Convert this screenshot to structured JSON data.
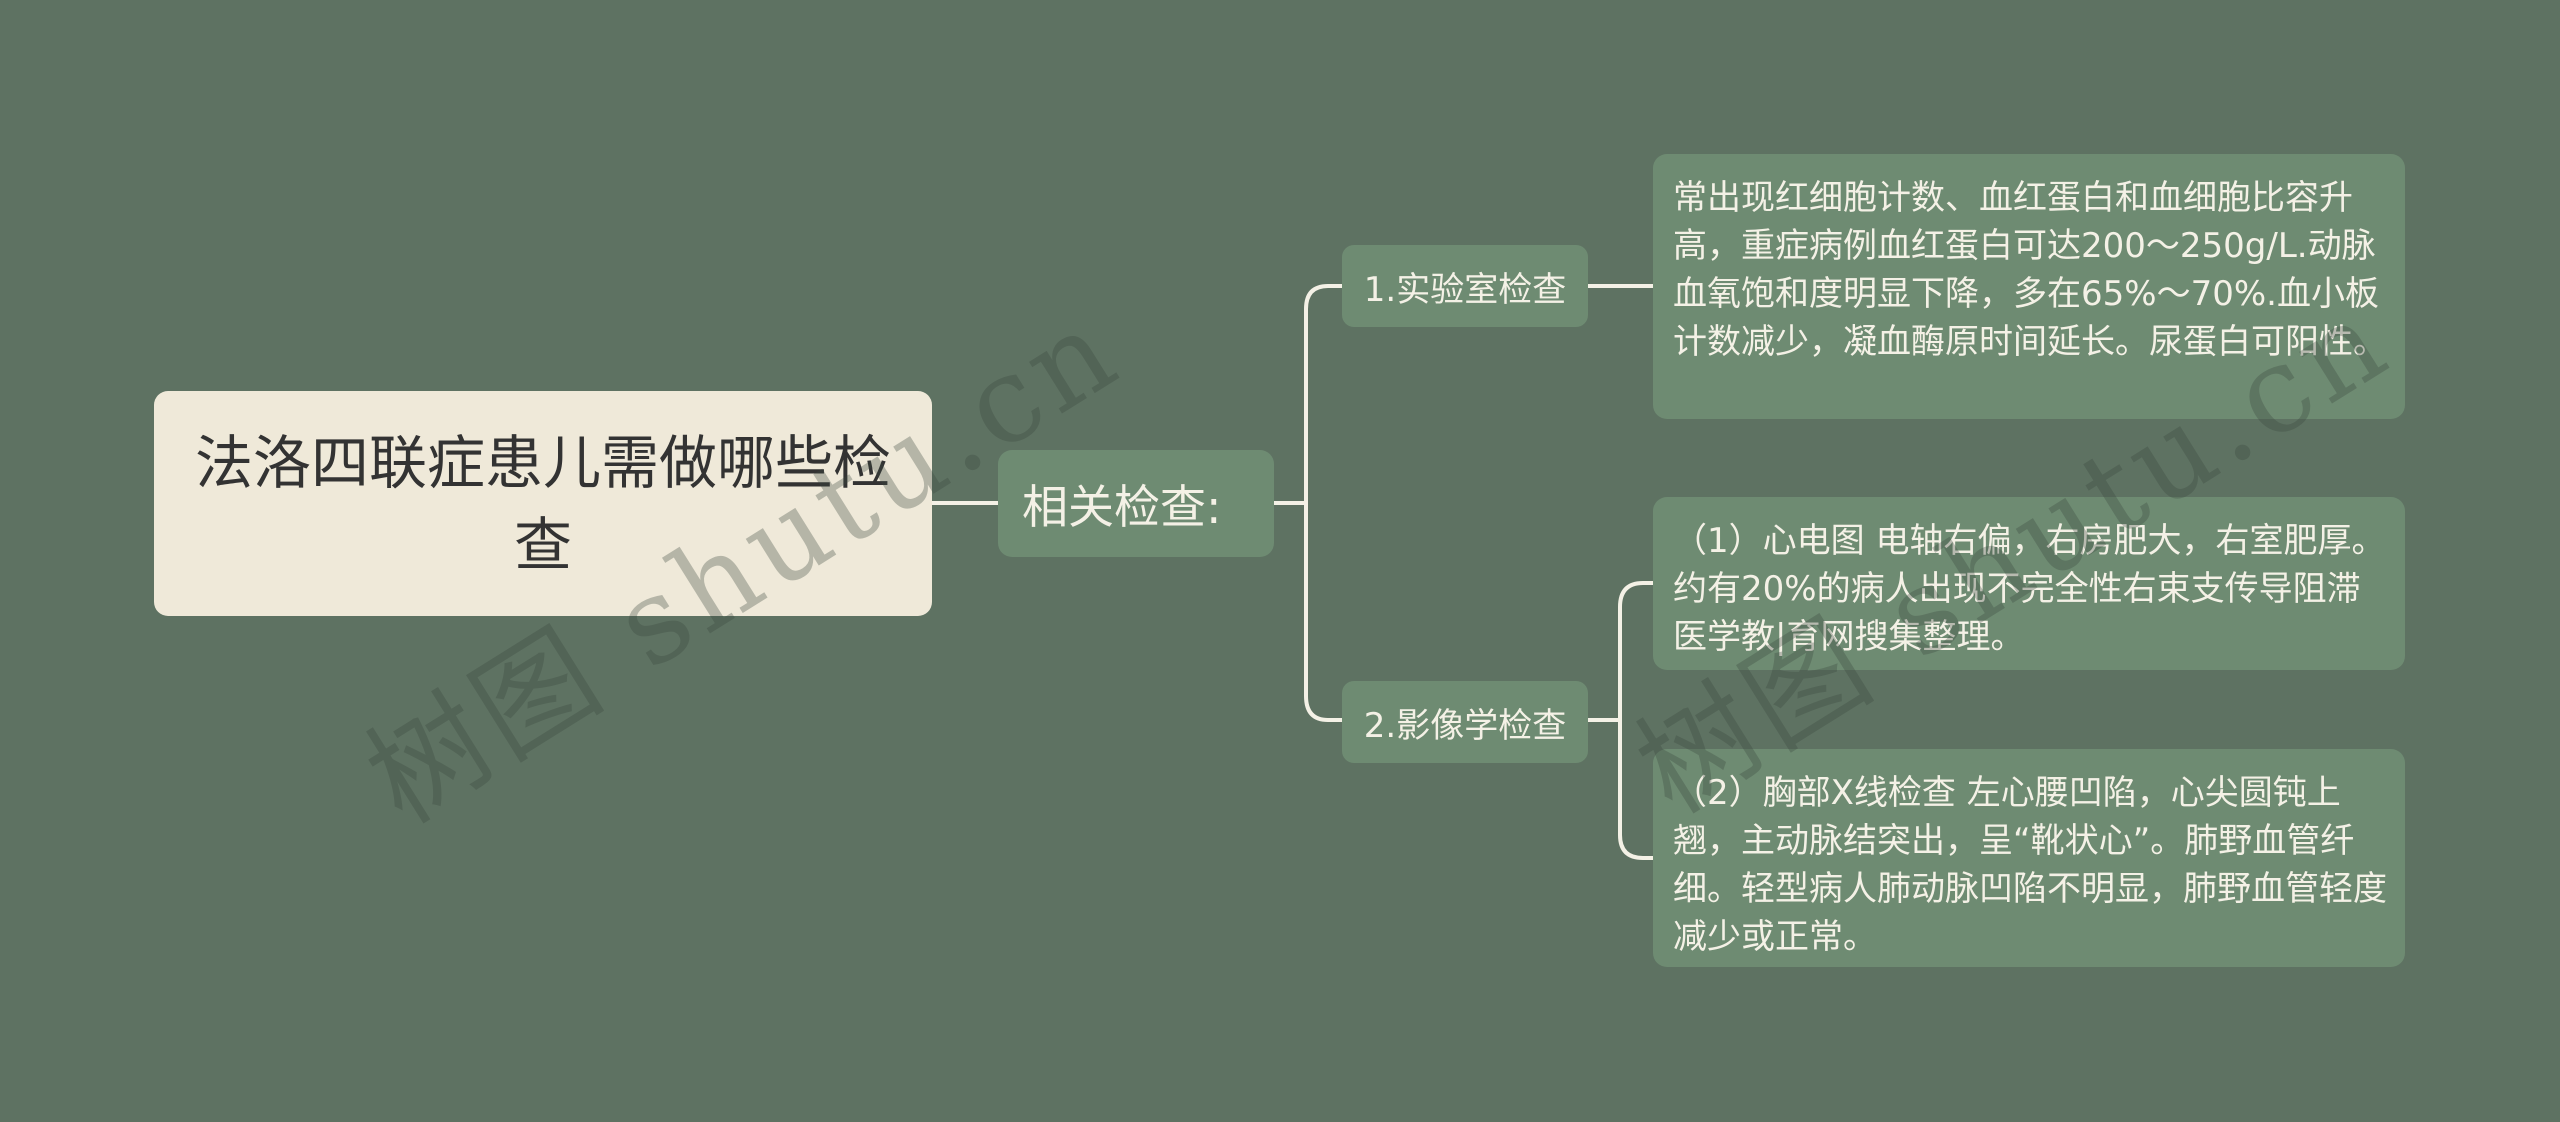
{
  "root": {
    "title": "法洛四联症患儿需做哪些检查"
  },
  "branch": {
    "label": "相关检查:"
  },
  "children": [
    {
      "label": "1.实验室检查",
      "leaves": [
        "常出现红细胞计数、血红蛋白和血细胞比容升高，重症病例血红蛋白可达200～250g/L.动脉血氧饱和度明显下降，多在65%～70%.血小板计数减少，凝血酶原时间延长。尿蛋白可阳性。"
      ]
    },
    {
      "label": "2.影像学检查",
      "leaves": [
        "（1）心电图 电轴右偏，右房肥大，右室肥厚。约有20%的病人出现不完全性右束支传导阻滞医学教|育网搜集整理。",
        "（2）胸部X线检查 左心腰凹陷，心尖圆钝上翘，主动脉结突出，呈“靴状心”。肺野血管纤细。轻型病人肺动脉凹陷不明显，肺野血管轻度减少或正常。"
      ]
    }
  ],
  "watermark": {
    "text1": "树图 shutu.cn",
    "text2": "树图 shutu.cn"
  },
  "colors": {
    "background": "#5e7262",
    "root_fill": "#efe9d9",
    "node_fill": "#6e8b72",
    "connector": "#f4f1e6"
  }
}
